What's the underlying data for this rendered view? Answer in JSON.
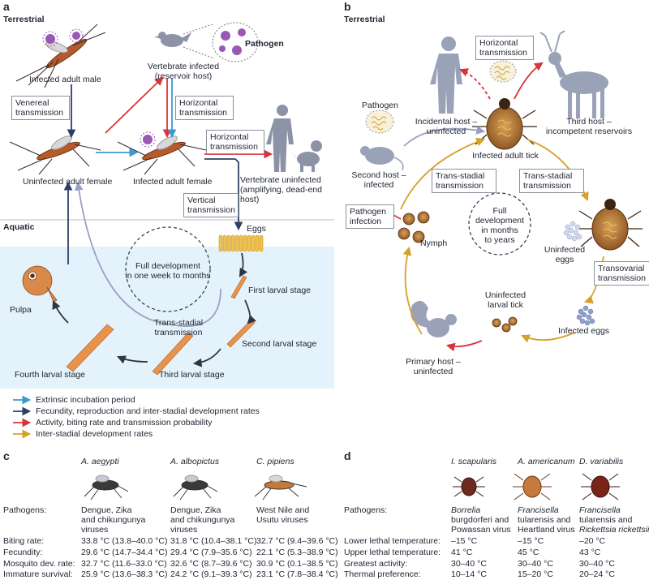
{
  "panel_a": {
    "label": "a",
    "terrestrial": "Terrestrial",
    "aquatic": "Aquatic",
    "pathogen": "Pathogen",
    "infected_adult_male": "Infected adult male",
    "vertebrate_infected_l1": "Vertebrate infected",
    "vertebrate_infected_l2": "(reservoir host)",
    "venereal_l1": "Venereal",
    "venereal_l2": "transmission",
    "horizontal_a1_l1": "Horizontal",
    "horizontal_a1_l2": "transmission",
    "horizontal_a2_l1": "Horizontal",
    "horizontal_a2_l2": "transmission",
    "uninfected_adult_female": "Uninfected adult female",
    "infected_adult_female": "Infected adult female",
    "vertebrate_uninfected_l1": "Vertebrate uninfected",
    "vertebrate_uninfected_l2": "(amplifying, dead-end",
    "vertebrate_uninfected_l3": "host)",
    "vertical_l1": "Vertical",
    "vertical_l2": "transmission",
    "eggs": "Eggs",
    "full_dev_l1": "Full development",
    "full_dev_l2": "in one week to months",
    "first_larval": "First larval stage",
    "second_larval": "Second larval stage",
    "third_larval": "Third larval stage",
    "fourth_larval": "Fourth larval stage",
    "pulpa": "Pulpa",
    "trans_stadial_l1": "Trans-stadial",
    "trans_stadial_l2": "transmission"
  },
  "legend": [
    {
      "color": "#3a9ad0",
      "label": "Extrinsic incubation period"
    },
    {
      "color": "#2e3f66",
      "label": "Fecundity, reproduction and inter-stadial development rates"
    },
    {
      "color": "#d8343c",
      "label": "Activity, biting rate and transmission probability"
    },
    {
      "color": "#d4a12a",
      "label": "Inter-stadial development rates"
    }
  ],
  "panel_b": {
    "label": "b",
    "terrestrial": "Terrestrial",
    "horizontal_l1": "Horizontal",
    "horizontal_l2": "transmission",
    "pathogen": "Pathogen",
    "incidental_l1": "Incidental host –",
    "incidental_l2": "uninfected",
    "third_host_l1": "Third host –",
    "third_host_l2": "incompetent reservoirs",
    "infected_adult_tick": "Infected adult tick",
    "second_host_l1": "Second host –",
    "second_host_l2": "infected",
    "trans_stadial_left_l1": "Trans-stadial",
    "trans_stadial_left_l2": "transmission",
    "trans_stadial_right_l1": "Trans-stadial",
    "trans_stadial_right_l2": "transmission",
    "pathogen_infection_l1": "Pathogen",
    "pathogen_infection_l2": "infection",
    "nymph": "Nymph",
    "full_dev_l1": "Full",
    "full_dev_l2": "development",
    "full_dev_l3": "in months",
    "full_dev_l4": "to years",
    "uninfected_eggs_l1": "Uninfected",
    "uninfected_eggs_l2": "eggs",
    "transovarial_l1": "Transovarial",
    "transovarial_l2": "transmission",
    "uninfected_larval_l1": "Uninfected",
    "uninfected_larval_l2": "larval tick",
    "infected_eggs": "Infected eggs",
    "primary_host_l1": "Primary host –",
    "primary_host_l2": "uninfected"
  },
  "panel_c": {
    "label": "c",
    "species": [
      "A. aegypti",
      "A. albopictus",
      "C. pipiens"
    ],
    "pathogens_label": "Pathogens:",
    "pathogens": [
      [
        "Dengue, Zika",
        "and chikungunya",
        "viruses"
      ],
      [
        "Dengue, Zika",
        "and chikungunya",
        "viruses"
      ],
      [
        "West Nile and",
        "Usutu viruses",
        ""
      ]
    ],
    "rows": [
      {
        "label": "Biting rate:",
        "values": [
          "33.8 °C (13.8–40.0 °C)",
          "31.8 °C (10.4–38.1 °C)",
          "32.7 °C (9.4–39.6 °C)"
        ]
      },
      {
        "label": "Fecundity:",
        "values": [
          "29.6 °C (14.7–34.4 °C)",
          "29.4 °C (7.9–35.6 °C)",
          "22.1 °C (5.3–38.9 °C)"
        ]
      },
      {
        "label": "Mosquito dev. rate:",
        "values": [
          "32.7 °C (11.6–33.0 °C)",
          "32.6 °C (8.7–39.6 °C)",
          "30.9 °C (0.1–38.5 °C)"
        ]
      },
      {
        "label": "Immature survival:",
        "values": [
          "25.9 °C (13.6–38.3 °C)",
          "24.2 °C (9.1–39.3 °C)",
          "23.1 °C (7.8–38.4 °C)"
        ]
      }
    ]
  },
  "panel_d": {
    "label": "d",
    "species": [
      "I. scapularis",
      "A. americanum",
      "D. variabilis"
    ],
    "pathogens_label": "Pathogens:",
    "pathogens": [
      [
        "Borrelia",
        "burgdorferi and",
        "Powassan virus"
      ],
      [
        "Francisella",
        "tularensis and",
        "Heartland virus"
      ],
      [
        "Francisella",
        "tularensis and",
        "Rickettsia rickettsii"
      ]
    ],
    "rows": [
      {
        "label": "Lower lethal temperature:",
        "values": [
          "–15 °C",
          "–15 °C",
          "–20 °C"
        ]
      },
      {
        "label": "Upper lethal temperature:",
        "values": [
          "41 °C",
          "45 °C",
          "43 °C"
        ]
      },
      {
        "label": "Greatest activity:",
        "values": [
          "30–40 °C",
          "30–40 °C",
          "30–40 °C"
        ]
      },
      {
        "label": "Thermal preference:",
        "values": [
          "10–14 °C",
          "15–20 °C",
          "20–24 °C"
        ]
      }
    ]
  }
}
